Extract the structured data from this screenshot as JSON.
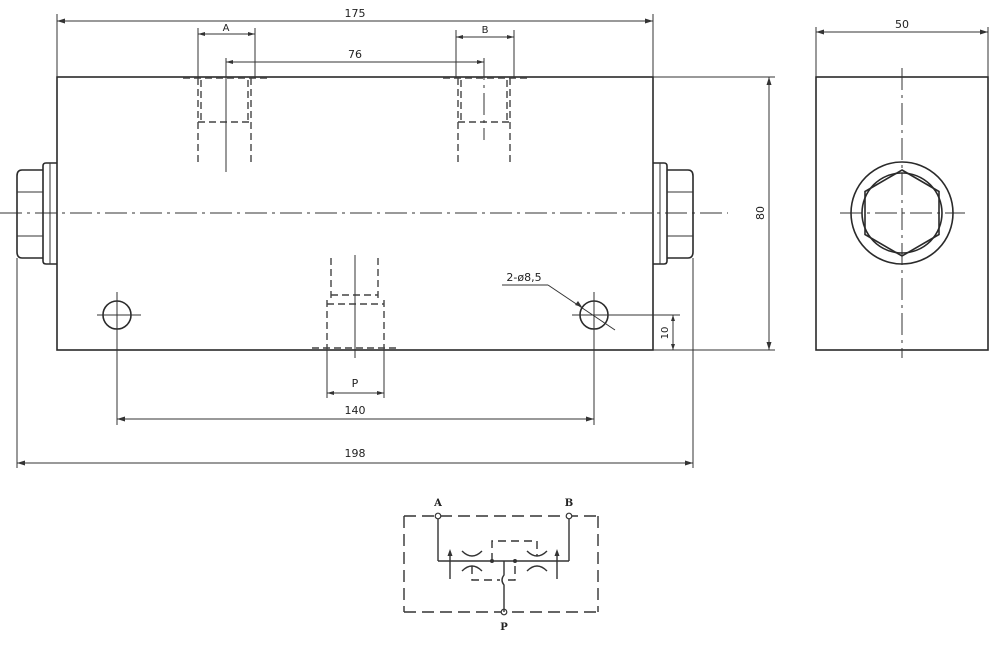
{
  "drawing": {
    "type": "technical-drawing",
    "subject": "hydraulic dual flow control valve block",
    "views": [
      "front-view",
      "side-view",
      "hydraulic-schematic"
    ]
  },
  "front_view": {
    "dimensions": {
      "overall_block_length": "175",
      "port_spacing": "76",
      "port_a_label": "A",
      "port_b_label": "B",
      "port_p_label": "P",
      "mounting_hole_spacing": "140",
      "overall_length_with_plugs": "198",
      "block_height": "80",
      "hole_offset_from_bottom": "10",
      "mounting_hole_callout": "2-ø8,5"
    }
  },
  "side_view": {
    "dimensions": {
      "block_width": "50"
    }
  },
  "schematic": {
    "ports": {
      "a": "A",
      "b": "B",
      "p": "P"
    }
  }
}
